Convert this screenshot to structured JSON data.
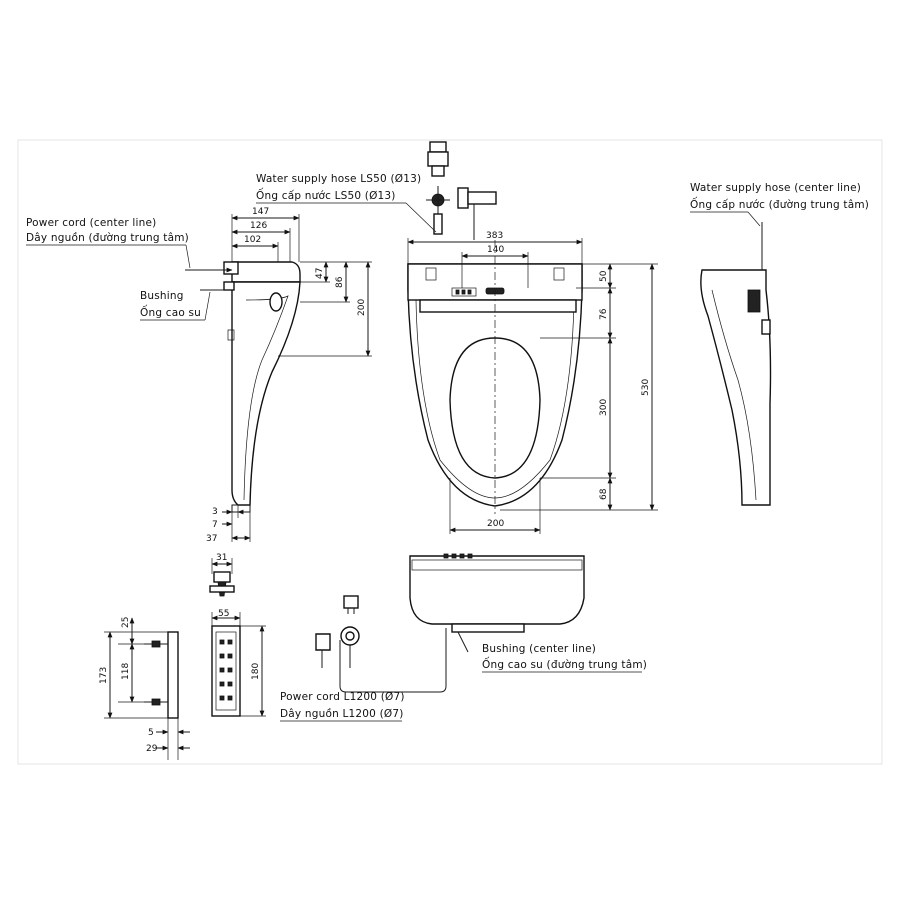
{
  "labels": {
    "water_hose_en": "Water supply hose LS50 (Ø13)",
    "water_hose_vi": "Ống cấp nước LS50 (Ø13)",
    "power_cord_center_en": "Power cord (center line)",
    "power_cord_center_vi": "Dây nguồn (đường trung tâm)",
    "bushing_en": "Bushing",
    "bushing_vi": "Ống cao su",
    "water_hose_center_en": "Water supply hose (center line)",
    "water_hose_center_vi": "Ống cấp nước (đường trung tâm)",
    "bushing_center_en": "Bushing (center line)",
    "bushing_center_vi": "Ống cao su (đường trung tâm)",
    "power_cord_len_en": "Power cord L1200 (Ø7)",
    "power_cord_len_vi": "Dây nguồn L1200 (Ø7)"
  },
  "dimensions": {
    "d147": "147",
    "d126": "126",
    "d102": "102",
    "d47": "47",
    "d86": "86",
    "d200v": "200",
    "d3": "3",
    "d7": "7",
    "d37": "37",
    "d383": "383",
    "d140": "140",
    "d50": "50",
    "d76": "76",
    "d300": "300",
    "d68": "68",
    "d530": "530",
    "d200h": "200",
    "d31": "31",
    "d55": "55",
    "d180": "180",
    "d25": "25",
    "d173": "173",
    "d118": "118",
    "d5": "5",
    "d29": "29"
  }
}
